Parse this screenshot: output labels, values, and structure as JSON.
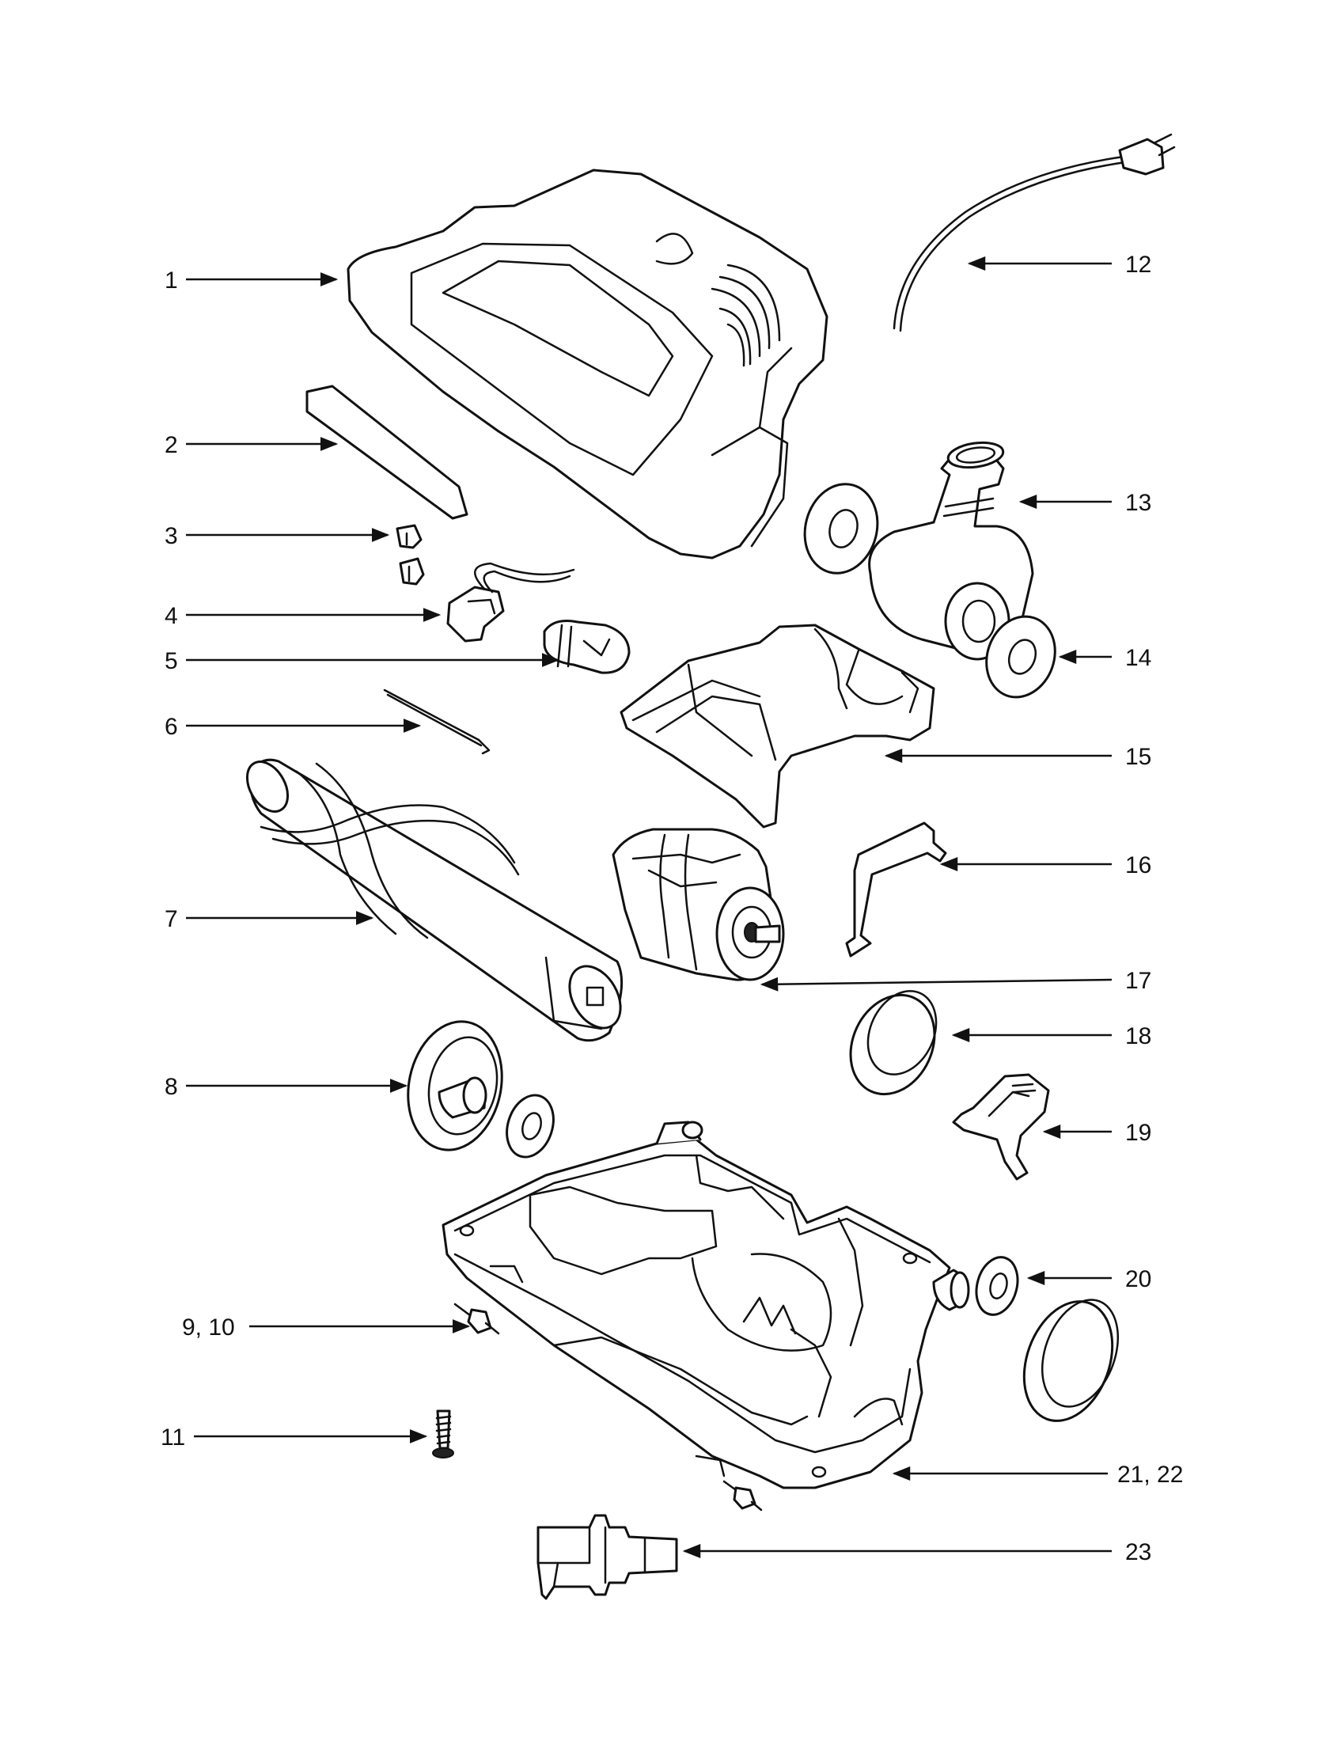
{
  "callouts": {
    "c1": "1",
    "c2": "2",
    "c3": "3",
    "c4": "4",
    "c5": "5",
    "c6": "6",
    "c7": "7",
    "c8": "8",
    "c9_10": "9, 10",
    "c11": "11",
    "c12": "12",
    "c13": "13",
    "c14": "14",
    "c15": "15",
    "c16": "16",
    "c17": "17",
    "c18": "18",
    "c19": "19",
    "c20": "20",
    "c21_22": "21, 22",
    "c23": "23"
  },
  "colors": {
    "line": "#111111",
    "background": "#ffffff"
  }
}
